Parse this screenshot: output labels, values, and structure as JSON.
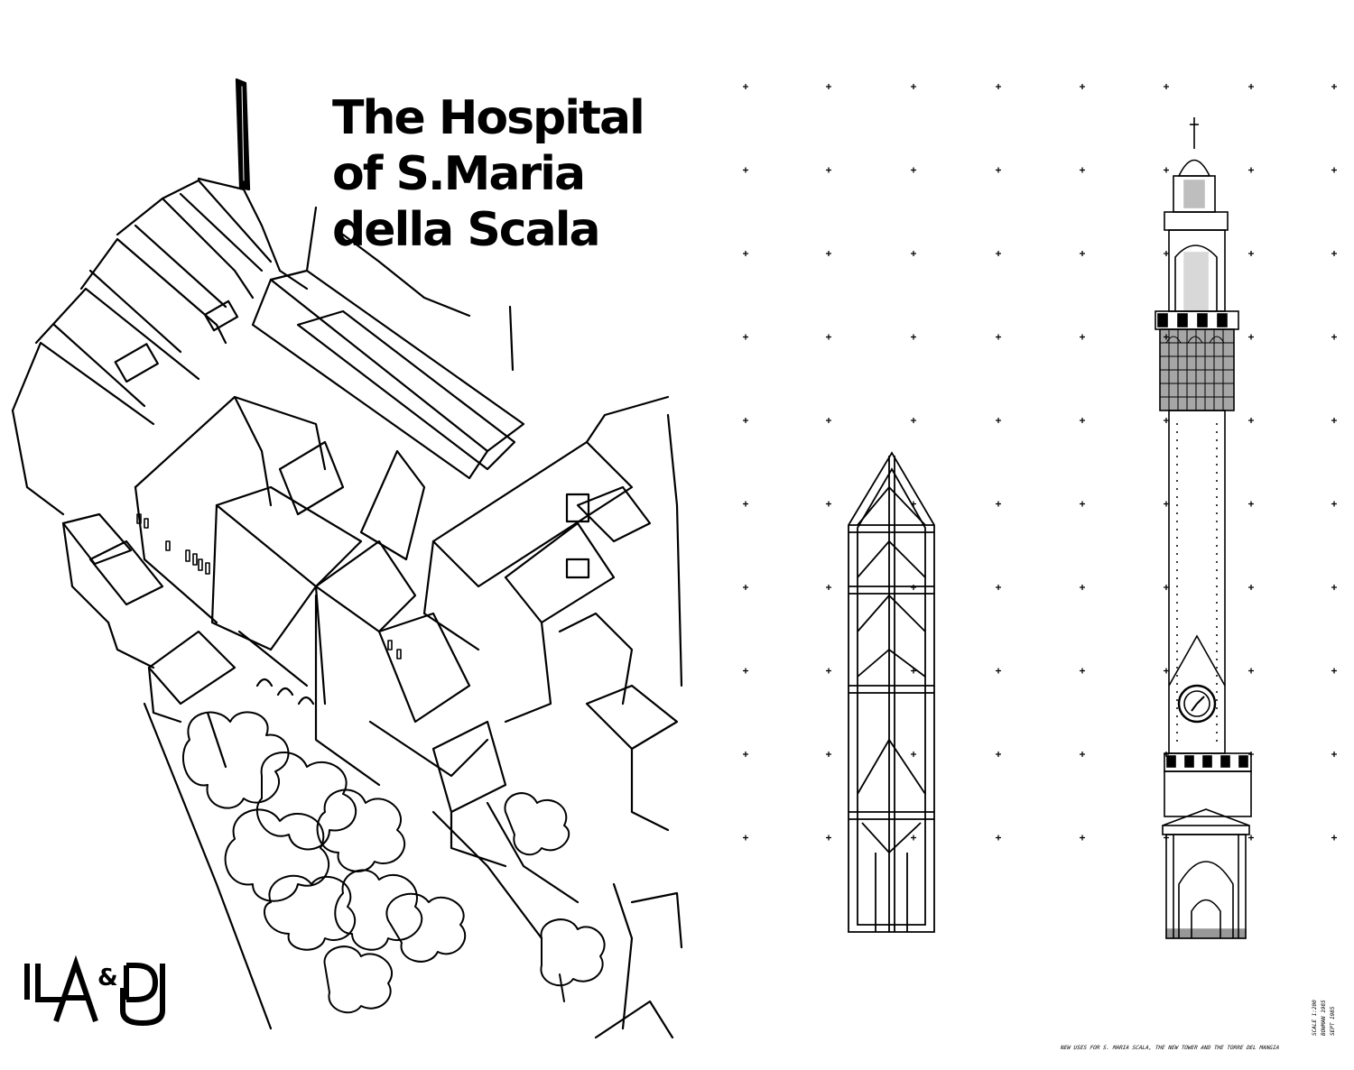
{
  "title": {
    "line1": "The Hospital",
    "line2": "of S.Maria",
    "line3": "della Scala"
  },
  "logo": {
    "text": "IL A&D U",
    "type": "logo"
  },
  "drawing_notes": {
    "footnote": "NEW USES FOR S. MARIA SCALA, THE NEW TOWER AND THE TORRE DEL MANGIA",
    "side_line1": "SCALE 1:200",
    "side_line2": "BOWMAN 1985",
    "side_line3": "SEPT 1985"
  },
  "icons": [
    "axonometric-site-drawing",
    "glass-tower-elevation",
    "torre-del-mangia-elevation",
    "grid-cross-marks"
  ],
  "colors": {
    "ink": "#000000",
    "paper": "#ffffff"
  }
}
